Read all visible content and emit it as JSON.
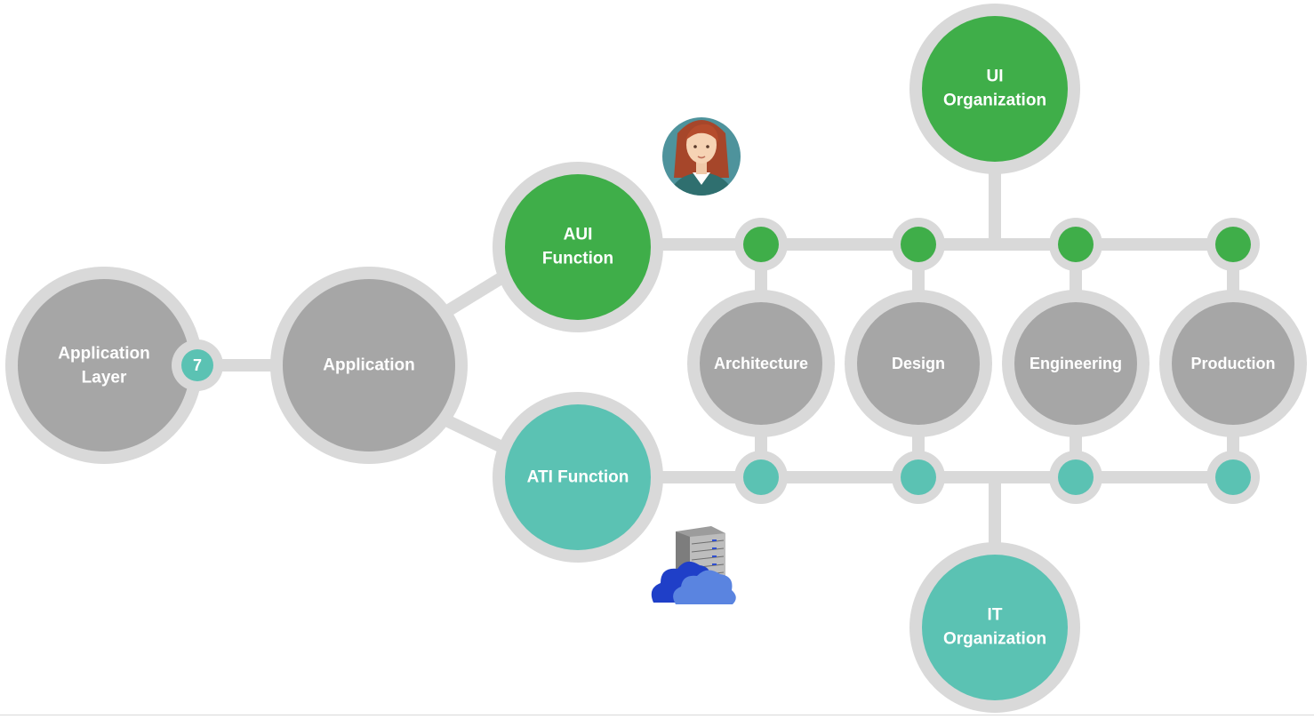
{
  "colors": {
    "grey_node": "#a6a6a6",
    "ring": "#d9d9d9",
    "green": "#3fae49",
    "teal": "#5bc2b3",
    "connector": "#d9d9d9"
  },
  "nodes": {
    "application_layer": {
      "line1": "Application",
      "line2": "Layer"
    },
    "layer_badge": "7",
    "application": "Application",
    "aui_function": {
      "line1": "AUI",
      "line2": "Function"
    },
    "ati_function": "ATI Function",
    "ui_organization": {
      "line1": "UI",
      "line2": "Organization"
    },
    "it_organization": {
      "line1": "IT",
      "line2": "Organization"
    },
    "architecture": "Architecture",
    "design": "Design",
    "engineering": "Engineering",
    "production": "Production"
  },
  "icons": {
    "person": "female-user-avatar-icon",
    "server": "server-cloud-icon"
  }
}
